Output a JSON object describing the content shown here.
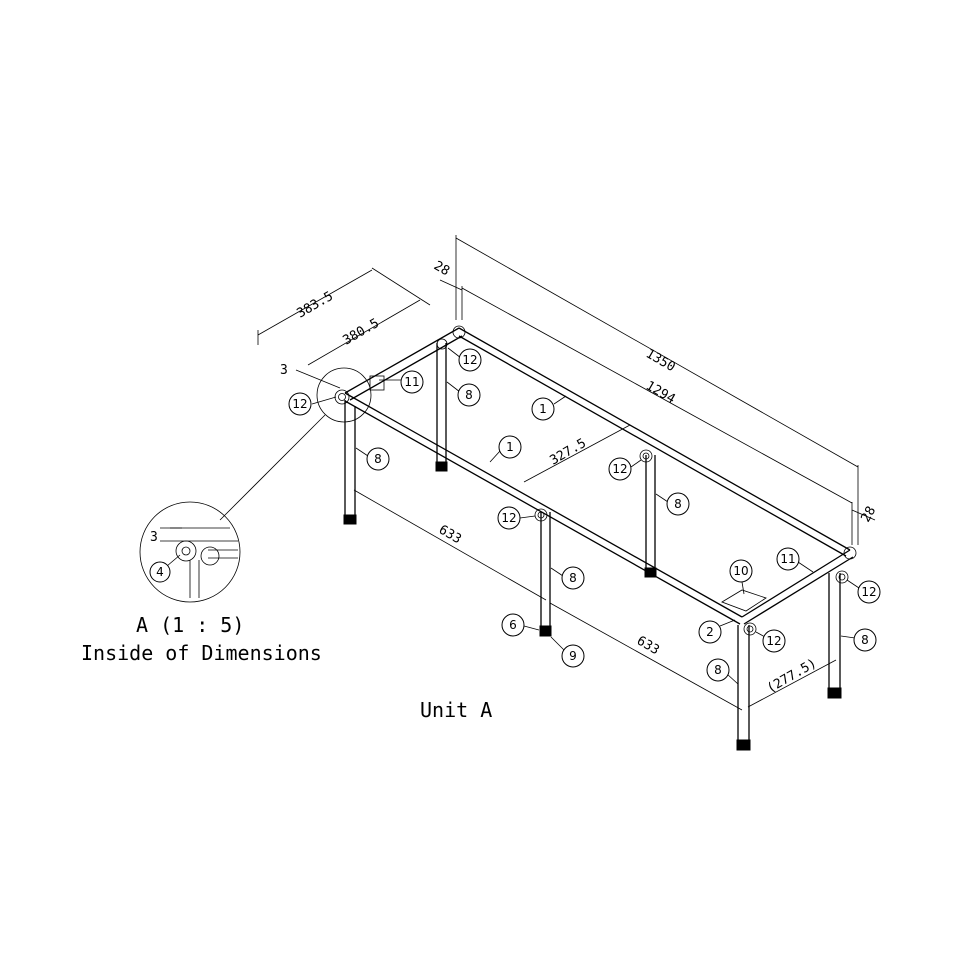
{
  "dimensions": {
    "overall_length": "1350",
    "inner_length": "1294",
    "end_offset_left": "28",
    "end_offset_right": "28",
    "overall_depth": "383.5",
    "inner_depth": "380.5",
    "tube_offset": "3",
    "inner_span": "327.5",
    "leg_spacing_1": "633",
    "leg_spacing_2": "633",
    "leg_depth_ref": "(277.5)",
    "detail_offset": "3"
  },
  "callouts": {
    "c1": "1",
    "c2": "2",
    "c4": "4",
    "c6": "6",
    "c8": "8",
    "c9": "9",
    "c10": "10",
    "c11": "11",
    "c12": "12"
  },
  "labels": {
    "detail_title": "A (1 : 5)",
    "detail_subtitle": "Inside of Dimensions",
    "unit_title": "Unit A"
  }
}
